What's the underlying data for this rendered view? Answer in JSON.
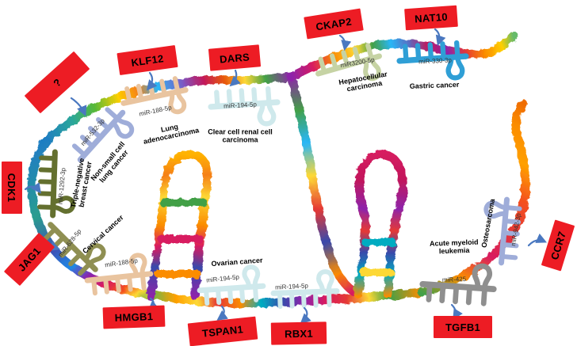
{
  "gene_boxes": [
    {
      "label": "?"
    },
    {
      "label": "KLF12"
    },
    {
      "label": "DARS"
    },
    {
      "label": "CKAP2"
    },
    {
      "label": "NAT10"
    },
    {
      "label": "CDK1"
    },
    {
      "label": "JAG1"
    },
    {
      "label": "HMGB1"
    },
    {
      "label": "TSPAN1"
    },
    {
      "label": "RBX1"
    },
    {
      "label": "TGFB1"
    },
    {
      "label": "CCR7"
    }
  ],
  "mirna_sites": [
    {
      "mirna": "miR-532-3p",
      "cancer": "Non-small cell lung cancer",
      "color": "#9fadd9"
    },
    {
      "mirna": "miR-188-5p",
      "cancer": "Lung adenocarcinoma",
      "color": "#e9c49f"
    },
    {
      "mirna": "miR-194-5p",
      "cancer": "Clear cell renal cell carcinoma",
      "color": "#cfe9ec"
    },
    {
      "mirna": "miR3200-5p",
      "cancer": "Hepatocellular carcinoma",
      "color": "#c6d3a4"
    },
    {
      "mirna": "miR-330-3p",
      "cancer": "Gastric cancer",
      "color": "#2f9fd6"
    },
    {
      "mirna": "miR-1292-3p",
      "cancer": "Triple-negative breast cancer",
      "color": "#64702f"
    },
    {
      "mirna": "miR-628-5p",
      "cancer": "Cervical cancer",
      "color": "#8f8f52"
    },
    {
      "mirna": "miR-188-5p",
      "cancer": "",
      "color": "#e9c49f"
    },
    {
      "mirna": "miR-194-5p",
      "cancer": "Ovarian cancer",
      "color": "#cfe9ec"
    },
    {
      "mirna": "miR-194-5p",
      "cancer": "",
      "color": "#cfe9ec"
    },
    {
      "mirna": "miR-425",
      "cancer": "Acute myeloid leukemia",
      "color": "#8f8f8f"
    },
    {
      "mirna": "miR-942-3p",
      "cancer": "Osteosarcoma",
      "color": "#9fadd9"
    }
  ],
  "colors": {
    "gene_box": "#ed1c24",
    "arrow": "#4a78c0",
    "rope_palette": "#e53935 #fb8c00 #fdd835 #43a047 #00acc1 #1e88e5 #5c6bc0 #8e24aa #d81b60"
  }
}
